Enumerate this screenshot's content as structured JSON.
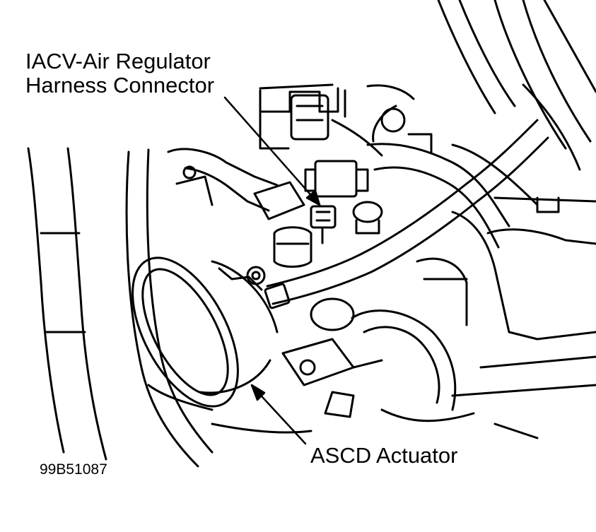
{
  "labels": {
    "iacv_line1": "IACV-Air Regulator",
    "iacv_line2": "Harness Connector",
    "ascd": "ASCD Actuator",
    "figure_id": "99B51087"
  },
  "colors": {
    "ink": "#000000",
    "paper": "#ffffff"
  }
}
